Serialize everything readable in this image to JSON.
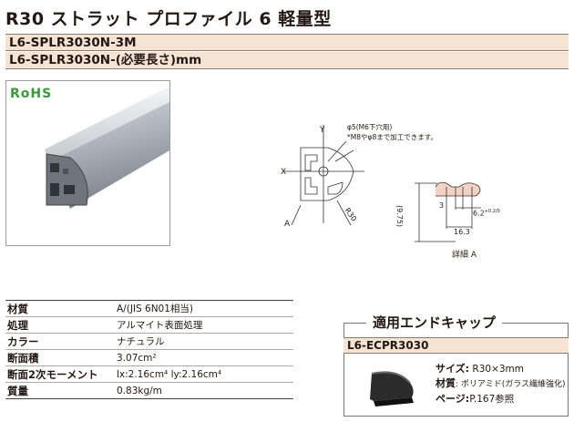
{
  "title": "R30 ストラット プロファイル 6 軽量型",
  "part_numbers": [
    "L6-SPLR3030N-3M",
    "L6-SPLR3030N-(必要長さ)mm"
  ],
  "rohs_logo": "RoHS",
  "drawing": {
    "hole_note": "φ5(M6下穴用)",
    "bolt_note": "*M8やφ8まで加工できます。",
    "axis_x": "X",
    "axis_y": "Y",
    "section_a": "A",
    "radius_label": "R30",
    "detail_label": "詳細 A",
    "dim_height": "(9.75)",
    "dim_3": "3",
    "dim_slot": "6.2",
    "dim_slot_tol": "+0.2/0",
    "dim_width": "16.3"
  },
  "specs": [
    {
      "label": "材質",
      "value": "A/(JIS 6N01相当)"
    },
    {
      "label": "処理",
      "value": "アルマイト表面処理"
    },
    {
      "label": "カラー",
      "value": "ナチュラル"
    },
    {
      "label": "断面積",
      "value": "3.07cm²"
    },
    {
      "label": "断面2次モーメント",
      "value": "lx:2.16cm⁴   ly:2.16cm⁴"
    },
    {
      "label": "質量",
      "value": "0.83kg/m"
    }
  ],
  "end_cap": {
    "heading": "適用エンドキャップ",
    "code": "L6-ECPR3030",
    "size_label": "サイズ:",
    "size_value": "R30×3mm",
    "material_label": "材質",
    "material_value": ": ポリアミド(ガラス繊維強化)",
    "page_label": "ページ:",
    "page_value": "P.167参照"
  },
  "colors": {
    "band": "#f5e3d4",
    "rohs": "#3a9a3a"
  }
}
